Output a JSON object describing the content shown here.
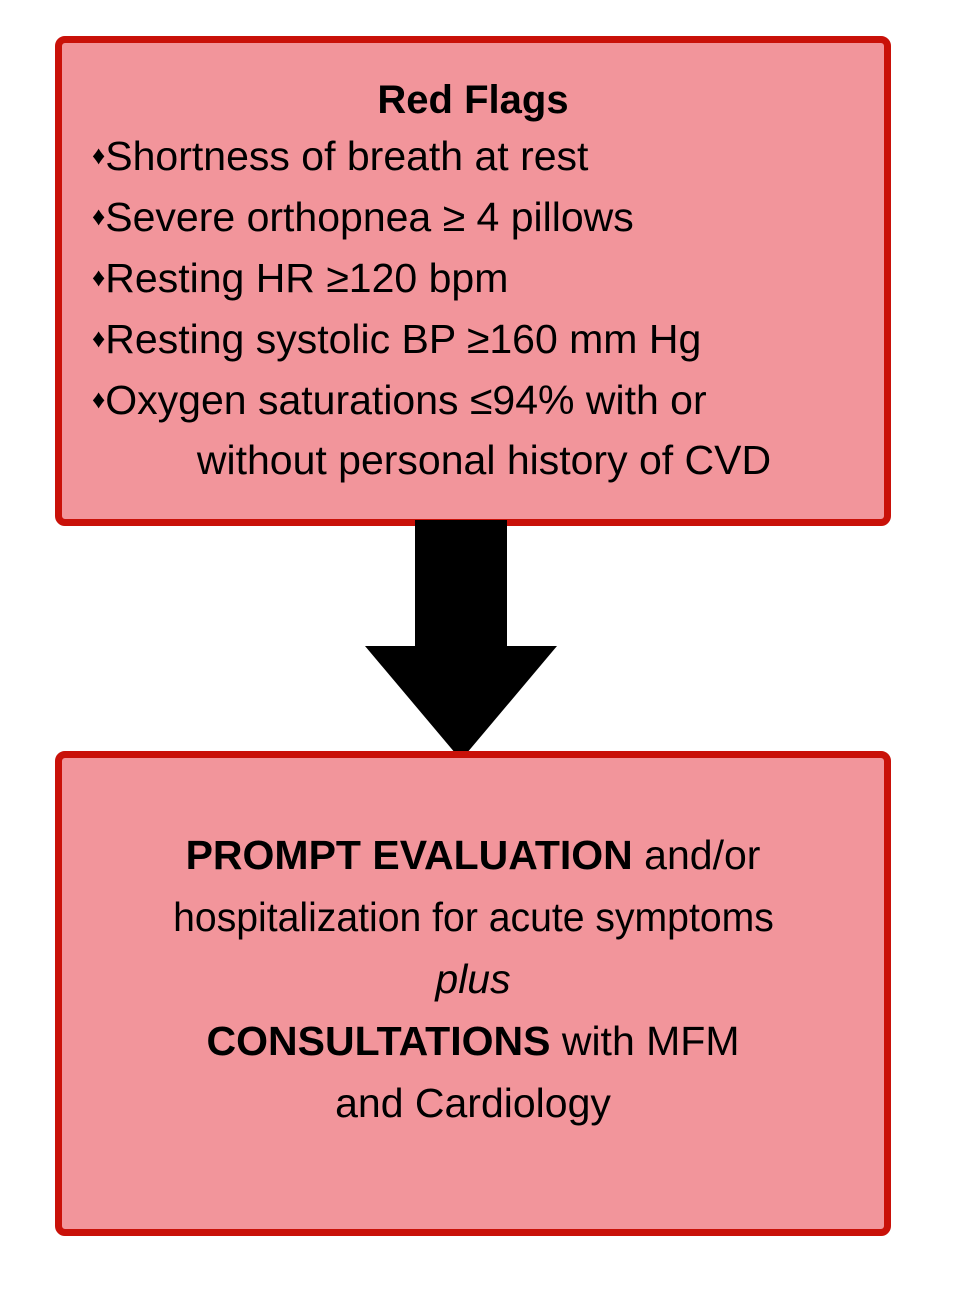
{
  "colors": {
    "box_fill": "#F2959B",
    "box_border": "#C91109",
    "arrow": "#000000",
    "text": "#000000",
    "background": "#FFFFFF"
  },
  "diagram": {
    "type": "flowchart",
    "orientation": "vertical",
    "node_count": 2,
    "connector": "down-arrow"
  },
  "red_flags": {
    "title": "Red Flags",
    "bullet_glyph": "♦",
    "items": [
      {
        "text": "Shortness of breath at rest",
        "wrap": ""
      },
      {
        "text": "Severe orthopnea ≥ 4 pillows",
        "wrap": ""
      },
      {
        "text": "Resting HR ≥120 bpm",
        "wrap": ""
      },
      {
        "text": "Resting systolic BP ≥160 mm Hg",
        "wrap": ""
      },
      {
        "text": "Oxygen saturations ≤94% with or",
        "wrap": "without personal history of CVD"
      }
    ]
  },
  "arrow": {
    "name": "down-arrow",
    "direction": "down"
  },
  "action": {
    "lines": [
      {
        "bold": "PROMPT EVALUATION",
        "normal": " and/or"
      },
      {
        "bold": "",
        "normal": "hospitalization for acute symptoms"
      },
      {
        "bold": "",
        "italic": "plus",
        "normal": ""
      },
      {
        "bold": "CONSULTATIONS",
        "normal": " with MFM"
      },
      {
        "bold": "",
        "normal": "and Cardiology"
      }
    ],
    "line1_bold": "PROMPT EVALUATION",
    "line1_normal": " and/or",
    "line2": "hospitalization for acute symptoms",
    "line3_italic": "plus",
    "line4_bold": "CONSULTATIONS",
    "line4_normal": " with MFM",
    "line5": "and Cardiology"
  }
}
